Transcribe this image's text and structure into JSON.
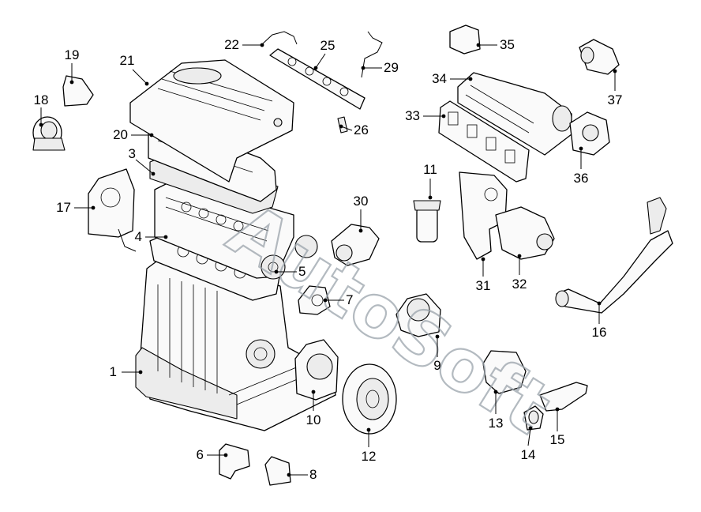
{
  "diagram": {
    "watermark": "AutoSoft",
    "callouts": [
      {
        "id": "1",
        "label": "1"
      },
      {
        "id": "3",
        "label": "3"
      },
      {
        "id": "4",
        "label": "4"
      },
      {
        "id": "5",
        "label": "5"
      },
      {
        "id": "6",
        "label": "6"
      },
      {
        "id": "7",
        "label": "7"
      },
      {
        "id": "8",
        "label": "8"
      },
      {
        "id": "9",
        "label": "9"
      },
      {
        "id": "10",
        "label": "10"
      },
      {
        "id": "11",
        "label": "11"
      },
      {
        "id": "12",
        "label": "12"
      },
      {
        "id": "13",
        "label": "13"
      },
      {
        "id": "14",
        "label": "14"
      },
      {
        "id": "15",
        "label": "15"
      },
      {
        "id": "16",
        "label": "16"
      },
      {
        "id": "17",
        "label": "17"
      },
      {
        "id": "18",
        "label": "18"
      },
      {
        "id": "19",
        "label": "19"
      },
      {
        "id": "20",
        "label": "20"
      },
      {
        "id": "21",
        "label": "21"
      },
      {
        "id": "22",
        "label": "22"
      },
      {
        "id": "25",
        "label": "25"
      },
      {
        "id": "26",
        "label": "26"
      },
      {
        "id": "29",
        "label": "29"
      },
      {
        "id": "30",
        "label": "30"
      },
      {
        "id": "31",
        "label": "31"
      },
      {
        "id": "32",
        "label": "32"
      },
      {
        "id": "33",
        "label": "33"
      },
      {
        "id": "34",
        "label": "34"
      },
      {
        "id": "35",
        "label": "35"
      },
      {
        "id": "36",
        "label": "36"
      },
      {
        "id": "37",
        "label": "37"
      }
    ]
  }
}
